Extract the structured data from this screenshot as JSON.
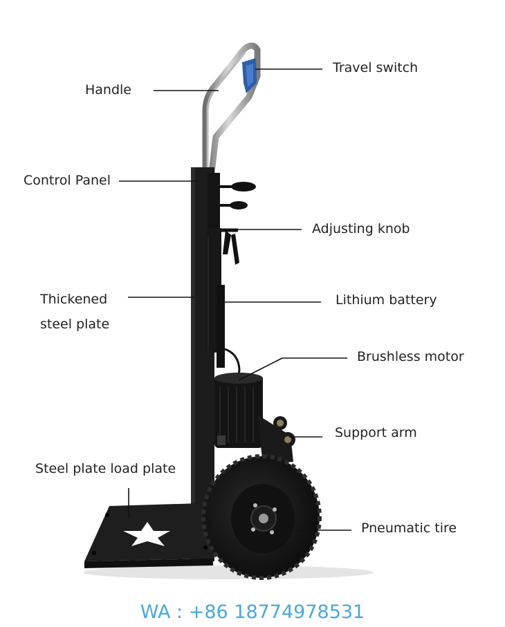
{
  "labels": {
    "travel_switch": "Travel switch",
    "handle": "Handle",
    "control_panel": "Control Panel",
    "adjusting_knob": "Adjusting knob",
    "thickened_steel_plate_line1": "Thickened",
    "thickened_steel_plate_line2": "steel plate",
    "lithium_battery": "Lithium battery",
    "brushless_motor": "Brushless motor",
    "support_arm": "Support arm",
    "steel_plate_load_plate": "Steel plate load plate",
    "pneumatic_tire": "Pneumatic tire"
  },
  "contact": "WA : +86 18774978531",
  "colors": {
    "background": "#ffffff",
    "frame": "#1c1c1c",
    "handle_chrome": "#9a9a9a",
    "grip_blue": "#2f5ea8",
    "leader_lines": "#111111",
    "contact_text": "#4aa8d8",
    "label_text": "#222222"
  }
}
